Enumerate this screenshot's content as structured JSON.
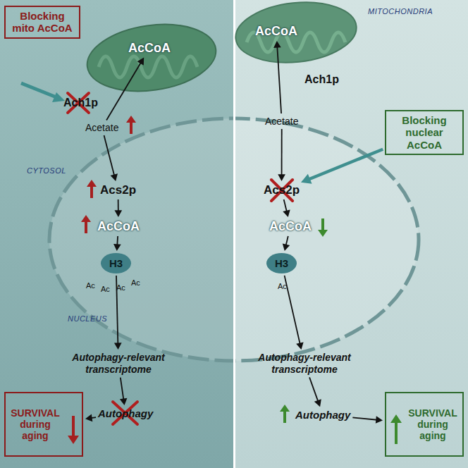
{
  "diagram": {
    "nodes": [
      {
        "text": [
          "Blocking mito AcCoA"
        ]
      },
      {
        "text": [
          "AcCoA"
        ]
      },
      {
        "text": [
          "Acetate"
        ]
      },
      {
        "text": [
          "Acs2p"
        ]
      },
      {
        "text": [
          "AcCoA"
        ]
      },
      {
        "text": [
          "H3"
        ]
      },
      {
        "text": [
          "Autophagy-relevant transcriptome"
        ]
      },
      {
        "text": [
          "Autophagy"
        ]
      },
      {
        "text": [
          "SURVIVAL during aging"
        ]
      },
      {
        "text": [
          "AcCoA"
        ]
      },
      {
        "text": [
          "Acetate"
        ]
      },
      {
        "text": [
          "Blocking nuclear AcCoA"
        ]
      },
      {
        "text": [
          "Acs2p"
        ]
      },
      {
        "text": [
          "AcCoA"
        ]
      },
      {
        "text": [
          "H3"
        ]
      },
      {
        "text": [
          "Autophagy-relevant transcriptome"
        ]
      },
      {
        "text": [
          "Autophagy"
        ]
      },
      {
        "text": [
          "SURVIVAL during aging"
        ]
      }
    ],
    "edges": [
      {
        "from": 2,
        "to": 1,
        "arrow": "to",
        "label": "Ach1p"
      },
      {
        "from": 2,
        "to": 3,
        "arrow": "to"
      },
      {
        "from": 3,
        "to": 4,
        "arrow": "to"
      },
      {
        "from": 4,
        "to": 5,
        "arrow": "to"
      },
      {
        "from": 5,
        "to": 6,
        "arrow": "to"
      },
      {
        "from": 6,
        "to": 7,
        "arrow": "to"
      },
      {
        "from": 7,
        "to": 8,
        "arrow": "to"
      },
      {
        "from": 10,
        "to": 9,
        "arrow": "to",
        "label": "Ach1p"
      },
      {
        "from": 10,
        "to": 12,
        "arrow": "to"
      },
      {
        "from": 12,
        "to": 13,
        "arrow": "to"
      },
      {
        "from": 13,
        "to": 14,
        "arrow": "to"
      },
      {
        "from": 14,
        "to": 15,
        "arrow": "to"
      },
      {
        "from": 15,
        "to": 16,
        "arrow": "to"
      },
      {
        "from": 16,
        "to": 17,
        "arrow": "to"
      },
      {
        "from": 11,
        "to": 12,
        "arrow": "to"
      }
    ],
    "labels": [
      "CYTOSOL",
      "NUCLEUS",
      "MITOCHONDRIA",
      "Ac",
      "Ac",
      "Ac",
      "Ac",
      "Ac"
    ]
  }
}
